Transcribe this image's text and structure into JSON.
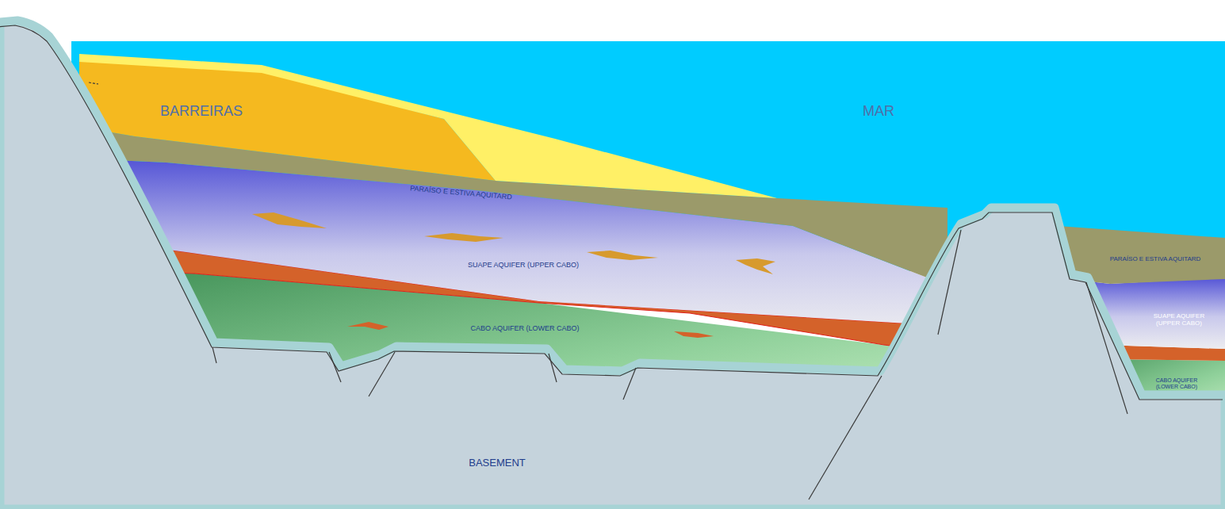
{
  "diagram": {
    "labels": [
      "BARREIRAS",
      "MAR",
      "PARAÍSO E ESTIVA AQUITARD",
      "SUAPE AQUIFER (UPPER CABO)",
      "CABO AQUIFER (LOWER CABO)",
      "PARAÍSO E ESTIVA AQUITARD",
      "SUAPE AQUIFER (UPPER CABO)",
      "CABO AQUIFER (LOWER CABO)",
      "BASEMENT"
    ]
  }
}
